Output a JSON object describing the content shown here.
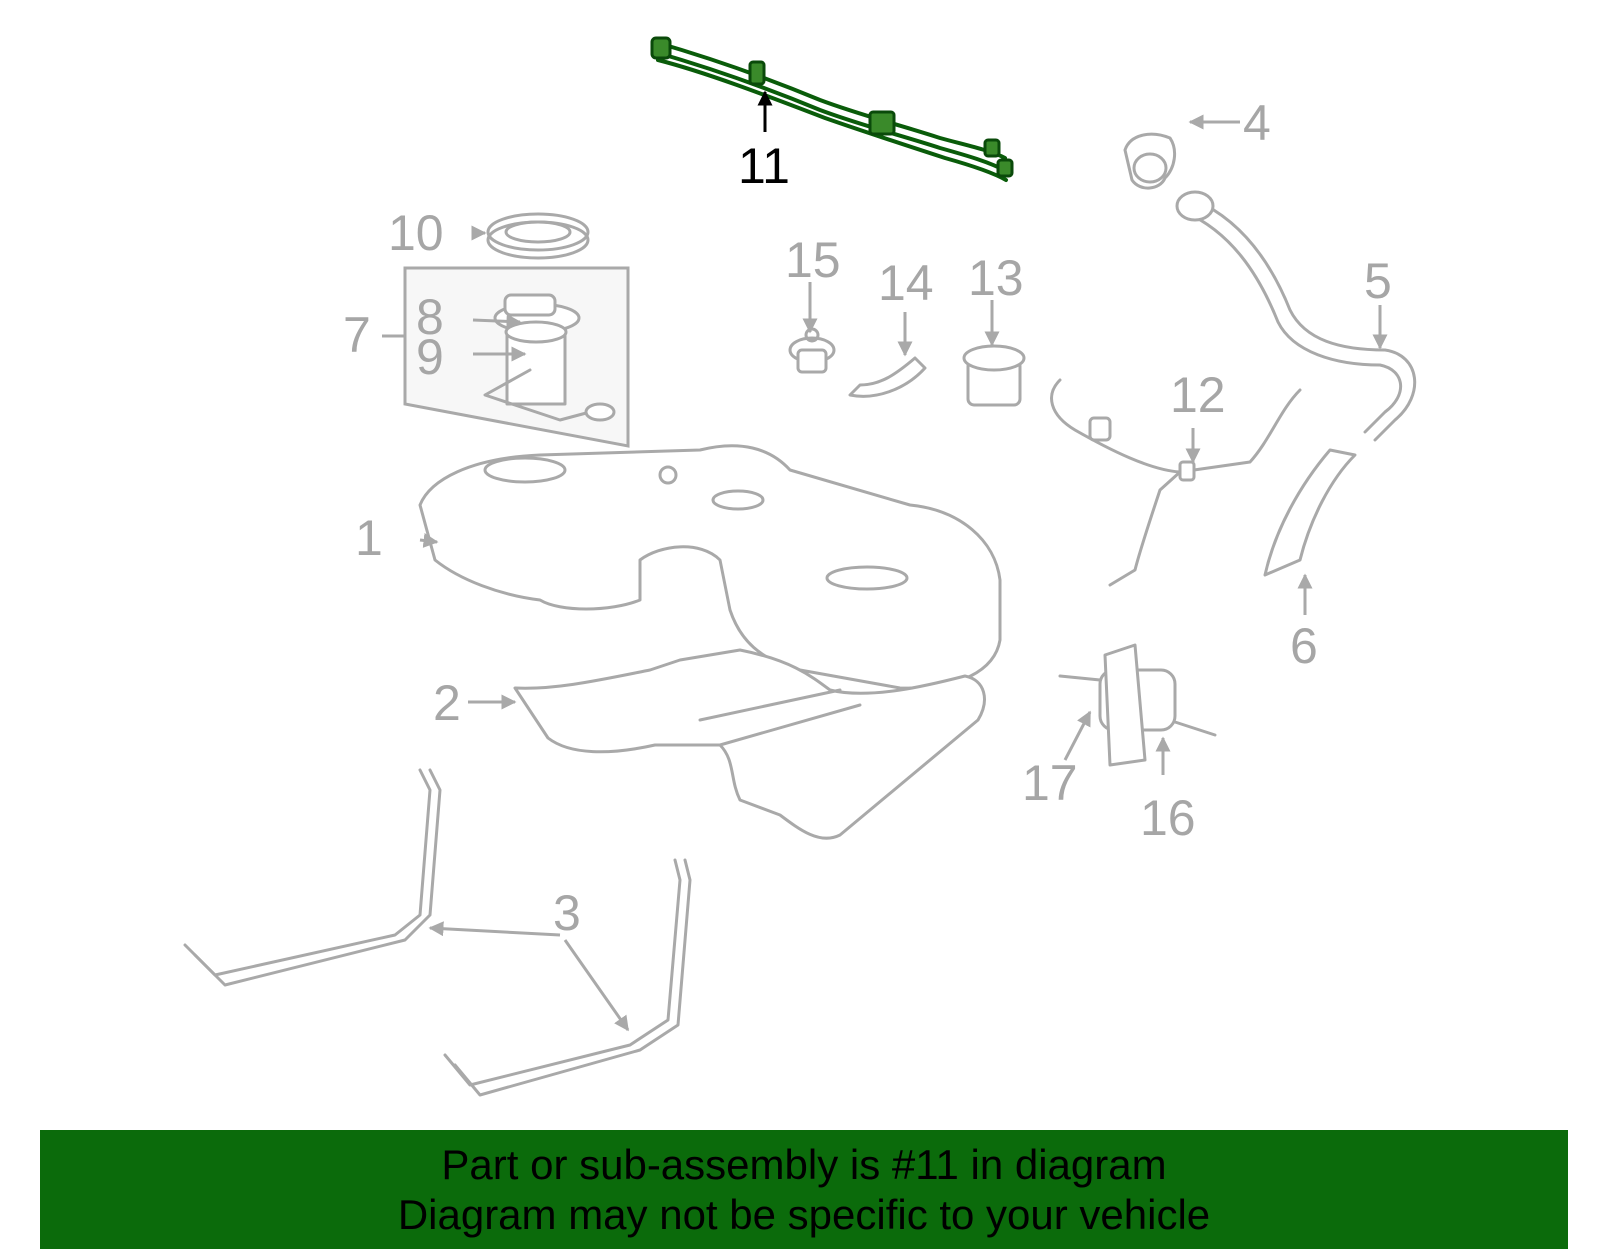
{
  "colors": {
    "banner_bg": "#0b6b0b",
    "highlight_part": "#3a8a2a",
    "part_outline": "#a9a9a9",
    "callout_text": "#a6a6a6",
    "active_callout_text": "#000000"
  },
  "diagram": {
    "highlighted_callout": "11",
    "callouts": [
      {
        "id": "c1",
        "label": "1"
      },
      {
        "id": "c2",
        "label": "2"
      },
      {
        "id": "c3",
        "label": "3"
      },
      {
        "id": "c4",
        "label": "4"
      },
      {
        "id": "c5",
        "label": "5"
      },
      {
        "id": "c6",
        "label": "6"
      },
      {
        "id": "c7",
        "label": "7"
      },
      {
        "id": "c8",
        "label": "8"
      },
      {
        "id": "c9",
        "label": "9"
      },
      {
        "id": "c10",
        "label": "10"
      },
      {
        "id": "c11",
        "label": "11"
      },
      {
        "id": "c12",
        "label": "12"
      },
      {
        "id": "c13",
        "label": "13"
      },
      {
        "id": "c14",
        "label": "14"
      },
      {
        "id": "c15",
        "label": "15"
      },
      {
        "id": "c16",
        "label": "16"
      },
      {
        "id": "c17",
        "label": "17"
      }
    ]
  },
  "footer": {
    "line1": "Part or sub-assembly is #11 in diagram",
    "line2": "Diagram may not be specific to your vehicle"
  }
}
